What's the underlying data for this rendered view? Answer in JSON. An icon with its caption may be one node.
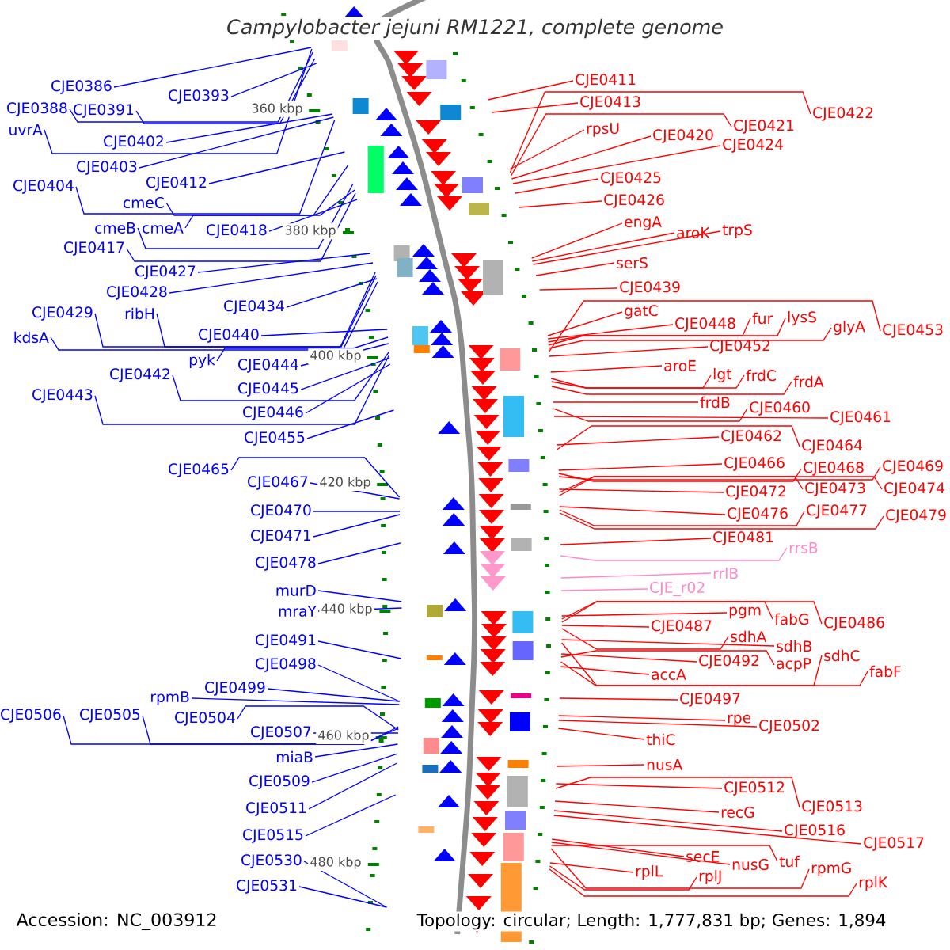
{
  "diagram": {
    "title": "Campylobacter jejuni RM1221, complete genome",
    "nodes": [
      {
        "text": [
          "CJE0386"
        ]
      },
      {
        "text": [
          "CJE0388"
        ]
      },
      {
        "text": [
          "CJE0391"
        ]
      },
      {
        "text": [
          "CJE0393"
        ]
      },
      {
        "text": [
          "uvrA"
        ]
      },
      {
        "text": [
          "CJE0402"
        ]
      },
      {
        "text": [
          "CJE0403"
        ]
      },
      {
        "text": [
          "CJE0404"
        ]
      },
      {
        "text": [
          "CJE0412"
        ]
      },
      {
        "text": [
          "cmeC"
        ]
      },
      {
        "text": [
          "cmeB"
        ]
      },
      {
        "text": [
          "cmeA"
        ]
      },
      {
        "text": [
          "CJE0418"
        ]
      },
      {
        "text": [
          "CJE0417"
        ]
      },
      {
        "text": [
          "CJE0427"
        ]
      },
      {
        "text": [
          "CJE0428"
        ]
      },
      {
        "text": [
          "CJE0429"
        ]
      },
      {
        "text": [
          "ribH"
        ]
      },
      {
        "text": [
          "CJE0434"
        ]
      },
      {
        "text": [
          "kdsA"
        ]
      },
      {
        "text": [
          "CJE0440"
        ]
      },
      {
        "text": [
          "pyk"
        ]
      },
      {
        "text": [
          "CJE0444"
        ]
      },
      {
        "text": [
          "CJE0442"
        ]
      },
      {
        "text": [
          "CJE0443"
        ]
      },
      {
        "text": [
          "CJE0445"
        ]
      },
      {
        "text": [
          "CJE0446"
        ]
      },
      {
        "text": [
          "CJE0455"
        ]
      },
      {
        "text": [
          "CJE0465"
        ]
      },
      {
        "text": [
          "CJE0467"
        ]
      },
      {
        "text": [
          "CJE0470"
        ]
      },
      {
        "text": [
          "CJE0471"
        ]
      },
      {
        "text": [
          "CJE0478"
        ]
      },
      {
        "text": [
          "murD"
        ]
      },
      {
        "text": [
          "mraY"
        ]
      },
      {
        "text": [
          "CJE0491"
        ]
      },
      {
        "text": [
          "CJE0498"
        ]
      },
      {
        "text": [
          "CJE0499"
        ]
      },
      {
        "text": [
          "rpmB"
        ]
      },
      {
        "text": [
          "CJE0506"
        ]
      },
      {
        "text": [
          "CJE0505"
        ]
      },
      {
        "text": [
          "CJE0504"
        ]
      },
      {
        "text": [
          "CJE0507"
        ]
      },
      {
        "text": [
          "miaB"
        ]
      },
      {
        "text": [
          "CJE0509"
        ]
      },
      {
        "text": [
          "CJE0511"
        ]
      },
      {
        "text": [
          "CJE0515"
        ]
      },
      {
        "text": [
          "CJE0530"
        ]
      },
      {
        "text": [
          "CJE0531"
        ]
      },
      {
        "text": [
          "CJE0411"
        ]
      },
      {
        "text": [
          "CJE0413"
        ]
      },
      {
        "text": [
          "rpsU"
        ]
      },
      {
        "text": [
          "CJE0422"
        ]
      },
      {
        "text": [
          "CJE0421"
        ]
      },
      {
        "text": [
          "CJE0420"
        ]
      },
      {
        "text": [
          "CJE0424"
        ]
      },
      {
        "text": [
          "CJE0425"
        ]
      },
      {
        "text": [
          "CJE0426"
        ]
      },
      {
        "text": [
          "engA"
        ]
      },
      {
        "text": [
          "aroK"
        ]
      },
      {
        "text": [
          "trpS"
        ]
      },
      {
        "text": [
          "serS"
        ]
      },
      {
        "text": [
          "CJE0439"
        ]
      },
      {
        "text": [
          "gatC"
        ]
      },
      {
        "text": [
          "CJE0448"
        ]
      },
      {
        "text": [
          "fur"
        ]
      },
      {
        "text": [
          "lysS"
        ]
      },
      {
        "text": [
          "glyA"
        ]
      },
      {
        "text": [
          "CJE0453"
        ]
      },
      {
        "text": [
          "CJE0452"
        ]
      },
      {
        "text": [
          "aroE"
        ]
      },
      {
        "text": [
          "lgt"
        ]
      },
      {
        "text": [
          "frdC"
        ]
      },
      {
        "text": [
          "frdA"
        ]
      },
      {
        "text": [
          "frdB"
        ]
      },
      {
        "text": [
          "CJE0460"
        ]
      },
      {
        "text": [
          "CJE0461"
        ]
      },
      {
        "text": [
          "CJE0462"
        ]
      },
      {
        "text": [
          "CJE0464"
        ]
      },
      {
        "text": [
          "CJE0466"
        ]
      },
      {
        "text": [
          "CJE0468"
        ]
      },
      {
        "text": [
          "CJE0469"
        ]
      },
      {
        "text": [
          "CJE0472"
        ]
      },
      {
        "text": [
          "CJE0473"
        ]
      },
      {
        "text": [
          "CJE0474"
        ]
      },
      {
        "text": [
          "CJE0476"
        ]
      },
      {
        "text": [
          "CJE0477"
        ]
      },
      {
        "text": [
          "CJE0479"
        ]
      },
      {
        "text": [
          "CJE0481"
        ]
      },
      {
        "text": [
          "rrsB"
        ]
      },
      {
        "text": [
          "rrlB"
        ]
      },
      {
        "text": [
          "CJE_r02"
        ]
      },
      {
        "text": [
          "pgm"
        ]
      },
      {
        "text": [
          "fabG"
        ]
      },
      {
        "text": [
          "CJE0486"
        ]
      },
      {
        "text": [
          "CJE0487"
        ]
      },
      {
        "text": [
          "sdhA"
        ]
      },
      {
        "text": [
          "sdhB"
        ]
      },
      {
        "text": [
          "sdhC"
        ]
      },
      {
        "text": [
          "CJE0492"
        ]
      },
      {
        "text": [
          "acpP"
        ]
      },
      {
        "text": [
          "fabF"
        ]
      },
      {
        "text": [
          "accA"
        ]
      },
      {
        "text": [
          "CJE0497"
        ]
      },
      {
        "text": [
          "rpe"
        ]
      },
      {
        "text": [
          "CJE0502"
        ]
      },
      {
        "text": [
          "thiC"
        ]
      },
      {
        "text": [
          "nusA"
        ]
      },
      {
        "text": [
          "CJE0512"
        ]
      },
      {
        "text": [
          "CJE0513"
        ]
      },
      {
        "text": [
          "recG"
        ]
      },
      {
        "text": [
          "CJE0516"
        ]
      },
      {
        "text": [
          "CJE0517"
        ]
      },
      {
        "text": [
          "secE"
        ]
      },
      {
        "text": [
          "nusG"
        ]
      },
      {
        "text": [
          "tuf"
        ]
      },
      {
        "text": [
          "rpmG"
        ]
      },
      {
        "text": [
          "rplL"
        ]
      },
      {
        "text": [
          "rplJ"
        ]
      },
      {
        "text": [
          "rplK"
        ]
      }
    ],
    "edges": [
      {
        "from": 0,
        "to": null,
        "arrow": "none",
        "color": "#0000ff"
      },
      {
        "from": 1,
        "to": null,
        "arrow": "none",
        "color": "#0000ff"
      },
      {
        "from": 2,
        "to": null,
        "arrow": "none",
        "color": "#0000ff"
      },
      {
        "from": 3,
        "to": null,
        "arrow": "none",
        "color": "#0000ff"
      },
      {
        "from": 4,
        "to": null,
        "arrow": "none",
        "color": "#0000ff"
      },
      {
        "from": 5,
        "to": null,
        "arrow": "none",
        "color": "#0000ff"
      },
      {
        "from": 6,
        "to": null,
        "arrow": "none",
        "color": "#0000ff"
      },
      {
        "from": 7,
        "to": null,
        "arrow": "none",
        "color": "#0000ff"
      },
      {
        "from": 8,
        "to": null,
        "arrow": "none",
        "color": "#0000ff"
      },
      {
        "from": 9,
        "to": null,
        "arrow": "none",
        "color": "#0000ff"
      },
      {
        "from": 10,
        "to": null,
        "arrow": "none",
        "color": "#0000ff"
      },
      {
        "from": 11,
        "to": null,
        "arrow": "none",
        "color": "#0000ff"
      },
      {
        "from": 12,
        "to": null,
        "arrow": "none",
        "color": "#0000ff"
      },
      {
        "from": 13,
        "to": null,
        "arrow": "none",
        "color": "#0000ff"
      },
      {
        "from": 14,
        "to": null,
        "arrow": "none",
        "color": "#0000ff"
      },
      {
        "from": 15,
        "to": null,
        "arrow": "none",
        "color": "#0000ff"
      },
      {
        "from": 16,
        "to": null,
        "arrow": "none",
        "color": "#0000ff"
      },
      {
        "from": 17,
        "to": null,
        "arrow": "none",
        "color": "#0000ff"
      },
      {
        "from": 18,
        "to": null,
        "arrow": "none",
        "color": "#0000ff"
      },
      {
        "from": 19,
        "to": null,
        "arrow": "none",
        "color": "#0000ff"
      },
      {
        "from": 20,
        "to": null,
        "arrow": "none",
        "color": "#0000ff"
      },
      {
        "from": 21,
        "to": null,
        "arrow": "none",
        "color": "#0000ff"
      },
      {
        "from": 22,
        "to": null,
        "arrow": "none",
        "color": "#0000ff"
      },
      {
        "from": 23,
        "to": null,
        "arrow": "none",
        "color": "#0000ff"
      },
      {
        "from": 24,
        "to": null,
        "arrow": "none",
        "color": "#0000ff"
      },
      {
        "from": 25,
        "to": null,
        "arrow": "none",
        "color": "#0000ff"
      },
      {
        "from": 26,
        "to": null,
        "arrow": "none",
        "color": "#0000ff"
      },
      {
        "from": 27,
        "to": null,
        "arrow": "none",
        "color": "#0000ff"
      },
      {
        "from": 28,
        "to": null,
        "arrow": "none",
        "color": "#0000ff"
      },
      {
        "from": 29,
        "to": null,
        "arrow": "none",
        "color": "#0000ff"
      },
      {
        "from": 30,
        "to": null,
        "arrow": "none",
        "color": "#0000ff"
      },
      {
        "from": 31,
        "to": null,
        "arrow": "none",
        "color": "#0000ff"
      },
      {
        "from": 32,
        "to": null,
        "arrow": "none",
        "color": "#0000ff"
      },
      {
        "from": 33,
        "to": null,
        "arrow": "none",
        "color": "#0000ff"
      },
      {
        "from": 34,
        "to": null,
        "arrow": "none",
        "color": "#0000ff"
      },
      {
        "from": 35,
        "to": null,
        "arrow": "none",
        "color": "#0000ff"
      },
      {
        "from": 36,
        "to": null,
        "arrow": "none",
        "color": "#0000ff"
      },
      {
        "from": 37,
        "to": null,
        "arrow": "none",
        "color": "#0000ff"
      },
      {
        "from": 38,
        "to": null,
        "arrow": "none",
        "color": "#0000ff"
      },
      {
        "from": 39,
        "to": null,
        "arrow": "none",
        "color": "#0000ff"
      },
      {
        "from": 40,
        "to": null,
        "arrow": "none",
        "color": "#0000ff"
      },
      {
        "from": 41,
        "to": null,
        "arrow": "none",
        "color": "#0000ff"
      },
      {
        "from": 42,
        "to": null,
        "arrow": "none",
        "color": "#0000ff"
      },
      {
        "from": 43,
        "to": null,
        "arrow": "none",
        "color": "#0000ff"
      },
      {
        "from": 44,
        "to": null,
        "arrow": "none",
        "color": "#0000ff"
      },
      {
        "from": 45,
        "to": null,
        "arrow": "none",
        "color": "#0000ff"
      },
      {
        "from": 46,
        "to": null,
        "arrow": "none",
        "color": "#0000ff"
      },
      {
        "from": 47,
        "to": null,
        "arrow": "none",
        "color": "#0000ff"
      },
      {
        "from": 48,
        "to": null,
        "arrow": "none",
        "color": "#0000ff"
      },
      {
        "from": 49,
        "to": null,
        "arrow": "none"
      },
      {
        "from": 50,
        "to": null,
        "arrow": "none"
      },
      {
        "from": 51,
        "to": null,
        "arrow": "none"
      },
      {
        "from": 52,
        "to": null,
        "arrow": "none"
      },
      {
        "from": 53,
        "to": null,
        "arrow": "none"
      },
      {
        "from": 54,
        "to": null,
        "arrow": "none"
      },
      {
        "from": 55,
        "to": null,
        "arrow": "none"
      },
      {
        "from": 56,
        "to": null,
        "arrow": "none"
      },
      {
        "from": 57,
        "to": null,
        "arrow": "none"
      },
      {
        "from": 58,
        "to": null,
        "arrow": "none"
      },
      {
        "from": 59,
        "to": null,
        "arrow": "none"
      },
      {
        "from": 60,
        "to": null,
        "arrow": "none"
      },
      {
        "from": 61,
        "to": null,
        "arrow": "none"
      },
      {
        "from": 62,
        "to": null,
        "arrow": "none"
      },
      {
        "from": 63,
        "to": null,
        "arrow": "none"
      },
      {
        "from": 64,
        "to": null,
        "arrow": "none"
      },
      {
        "from": 65,
        "to": null,
        "arrow": "none"
      },
      {
        "from": 66,
        "to": null,
        "arrow": "none"
      },
      {
        "from": 67,
        "to": null,
        "arrow": "none"
      },
      {
        "from": 68,
        "to": null,
        "arrow": "none"
      },
      {
        "from": 69,
        "to": null,
        "arrow": "none"
      },
      {
        "from": 70,
        "to": null,
        "arrow": "none"
      },
      {
        "from": 71,
        "to": null,
        "arrow": "none"
      },
      {
        "from": 72,
        "to": null,
        "arrow": "none"
      },
      {
        "from": 73,
        "to": null,
        "arrow": "none"
      },
      {
        "from": 74,
        "to": null,
        "arrow": "none"
      },
      {
        "from": 75,
        "to": null,
        "arrow": "none"
      },
      {
        "from": 76,
        "to": null,
        "arrow": "none"
      },
      {
        "from": 77,
        "to": null,
        "arrow": "none"
      },
      {
        "from": 78,
        "to": null,
        "arrow": "none"
      },
      {
        "from": 79,
        "to": null,
        "arrow": "none"
      },
      {
        "from": 80,
        "to": null,
        "arrow": "none"
      },
      {
        "from": 81,
        "to": null,
        "arrow": "none"
      },
      {
        "from": 82,
        "to": null,
        "arrow": "none"
      },
      {
        "from": 83,
        "to": null,
        "arrow": "none"
      },
      {
        "from": 84,
        "to": null,
        "arrow": "none"
      },
      {
        "from": 85,
        "to": null,
        "arrow": "none"
      },
      {
        "from": 86,
        "to": null,
        "arrow": "none"
      },
      {
        "from": 87,
        "to": null,
        "arrow": "none"
      },
      {
        "from": 88,
        "to": null,
        "arrow": "none"
      },
      {
        "from": 89,
        "to": null,
        "arrow": "none",
        "color": "#ff88cc"
      },
      {
        "from": 90,
        "to": null,
        "arrow": "none",
        "color": "#ff88cc"
      },
      {
        "from": 91,
        "to": null,
        "arrow": "none",
        "color": "#ff88cc"
      },
      {
        "from": 92,
        "to": null,
        "arrow": "none"
      },
      {
        "from": 93,
        "to": null,
        "arrow": "none"
      },
      {
        "from": 94,
        "to": null,
        "arrow": "none"
      },
      {
        "from": 95,
        "to": null,
        "arrow": "none"
      },
      {
        "from": 96,
        "to": null,
        "arrow": "none"
      },
      {
        "from": 97,
        "to": null,
        "arrow": "none"
      },
      {
        "from": 98,
        "to": null,
        "arrow": "none"
      },
      {
        "from": 99,
        "to": null,
        "arrow": "none"
      },
      {
        "from": 100,
        "to": null,
        "arrow": "none"
      },
      {
        "from": 101,
        "to": null,
        "arrow": "none"
      },
      {
        "from": 102,
        "to": null,
        "arrow": "none"
      },
      {
        "from": 103,
        "to": null,
        "arrow": "none"
      },
      {
        "from": 104,
        "to": null,
        "arrow": "none"
      },
      {
        "from": 105,
        "to": null,
        "arrow": "none"
      },
      {
        "from": 106,
        "to": null,
        "arrow": "none"
      },
      {
        "from": 107,
        "to": null,
        "arrow": "none"
      },
      {
        "from": 108,
        "to": null,
        "arrow": "none"
      },
      {
        "from": 109,
        "to": null,
        "arrow": "none"
      },
      {
        "from": 110,
        "to": null,
        "arrow": "none"
      },
      {
        "from": 111,
        "to": null,
        "arrow": "none"
      },
      {
        "from": 112,
        "to": null,
        "arrow": "none"
      },
      {
        "from": 113,
        "to": null,
        "arrow": "none"
      },
      {
        "from": 114,
        "to": null,
        "arrow": "none"
      },
      {
        "from": 115,
        "to": null,
        "arrow": "none"
      },
      {
        "from": 116,
        "to": null,
        "arrow": "none"
      },
      {
        "from": 117,
        "to": null,
        "arrow": "none"
      },
      {
        "from": 118,
        "to": null,
        "arrow": "none"
      },
      {
        "from": 119,
        "to": null,
        "arrow": "none"
      }
    ],
    "labels": [
      "360 kbp",
      "380 kbp",
      "400 kbp",
      "420 kbp",
      "440 kbp",
      "460 kbp",
      "480 kbp",
      "Accession: NC_003912",
      "Topology: circular; Length: 1,777,831 bp; Genes: 1,894"
    ]
  }
}
